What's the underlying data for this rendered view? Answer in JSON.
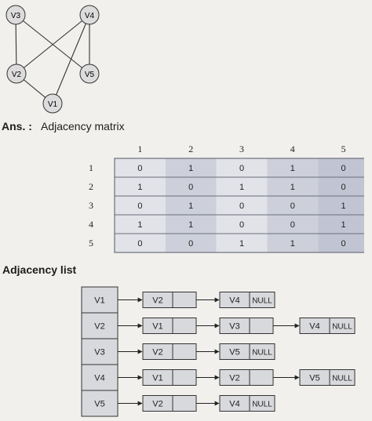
{
  "graph": {
    "vertices": [
      "V1",
      "V2",
      "V3",
      "V4",
      "V5"
    ],
    "edges": [
      [
        "V3",
        "V2"
      ],
      [
        "V3",
        "V5"
      ],
      [
        "V4",
        "V2"
      ],
      [
        "V4",
        "V5"
      ],
      [
        "V4",
        "V1"
      ],
      [
        "V2",
        "V1"
      ]
    ]
  },
  "answer": {
    "label": "Ans. :",
    "matrix_title": "Adjacency matrix"
  },
  "matrix": {
    "column_headers": [
      "1",
      "2",
      "3",
      "4",
      "5"
    ],
    "row_headers": [
      "1",
      "2",
      "3",
      "4",
      "5"
    ],
    "rows": [
      [
        "0",
        "1",
        "0",
        "1",
        "0"
      ],
      [
        "1",
        "0",
        "1",
        "1",
        "0"
      ],
      [
        "0",
        "1",
        "0",
        "0",
        "1"
      ],
      [
        "1",
        "1",
        "0",
        "0",
        "1"
      ],
      [
        "0",
        "0",
        "1",
        "1",
        "0"
      ]
    ]
  },
  "adjacency_list": {
    "title": "Adjacency list",
    "rows": [
      {
        "head": "V1",
        "nodes": [
          "V2",
          "V4"
        ]
      },
      {
        "head": "V2",
        "nodes": [
          "V1",
          "V3",
          "V4"
        ]
      },
      {
        "head": "V3",
        "nodes": [
          "V2",
          "V5"
        ]
      },
      {
        "head": "V4",
        "nodes": [
          "V1",
          "V2",
          "V5"
        ]
      },
      {
        "head": "V5",
        "nodes": [
          "V2",
          "V4"
        ]
      }
    ],
    "null_label": "NULL"
  },
  "colors": {
    "node_fill": "#dcdcdc",
    "matrix_light": "#e2e3e8",
    "matrix_mid": "#cdd0da",
    "matrix_dark": "#c1c5d3",
    "box_fill": "#d8d9dc"
  }
}
